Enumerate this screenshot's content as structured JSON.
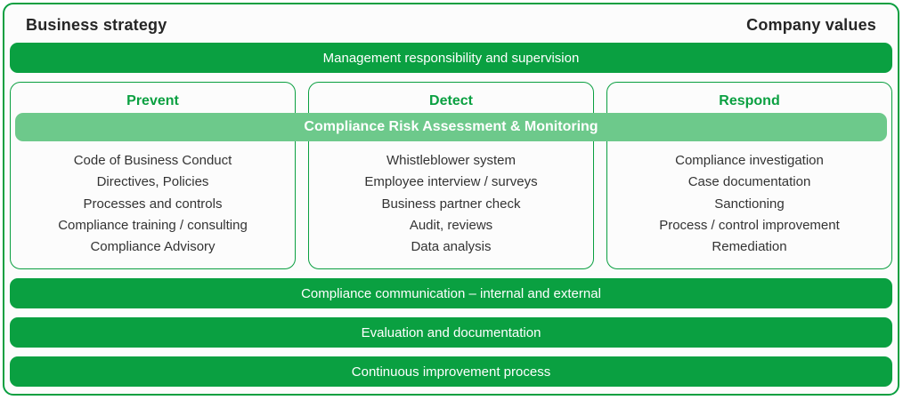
{
  "header": {
    "left_title": "Business strategy",
    "right_title": "Company values"
  },
  "top_bar": {
    "label": "Management responsibility and supervision"
  },
  "overlay_bar": {
    "label": "Compliance Risk Assessment & Monitoring"
  },
  "columns": [
    {
      "title": "Prevent",
      "items": [
        "Code of Business Conduct",
        "Directives, Policies",
        "Processes and controls",
        "Compliance training / consulting",
        "Compliance Advisory"
      ]
    },
    {
      "title": "Detect",
      "items": [
        "Whistleblower system",
        "Employee interview / surveys",
        "Business partner check",
        "Audit, reviews",
        "Data analysis"
      ]
    },
    {
      "title": "Respond",
      "items": [
        "Compliance investigation",
        "Case documentation",
        "Sanctioning",
        "Process / control improvement",
        "Remediation"
      ]
    }
  ],
  "bottom_bars": [
    {
      "label": "Compliance communication – internal and external"
    },
    {
      "label": "Evaluation and documentation"
    },
    {
      "label": "Continuous improvement process"
    }
  ],
  "colors": {
    "primary_green": "#0AA041",
    "border_green": "#0A9F40",
    "light_green": "#6DC98B",
    "title_dark": "#262626",
    "text_dark": "#333333",
    "bar_text": "#FFFFFF",
    "frame_bg": "#FCFCFC"
  }
}
